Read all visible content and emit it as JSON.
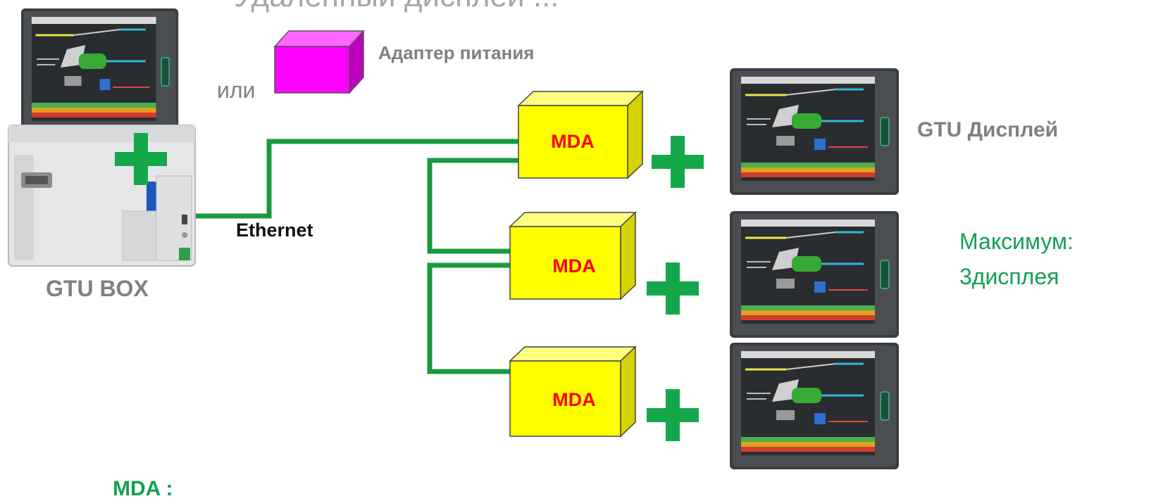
{
  "header": {
    "title_partial": "Удаленный дисплей ..."
  },
  "labels": {
    "or_text": "или",
    "power_adapter": "Адаптер питания",
    "gtu_display": "GTU  Дисплей",
    "max_line1": "Максимум:",
    "max_line2": "3дисплея",
    "ethernet": "Ethernet",
    "gtu_box": "GTU BOX",
    "mda_note": "MDA :"
  },
  "modules": [
    {
      "label": "MDA"
    },
    {
      "label": "MDA"
    },
    {
      "label": "MDA"
    }
  ],
  "colors": {
    "module_fill": "#ffff00",
    "module_text": "#ff0000",
    "adapter_fill": "#ff00ff",
    "cable": "#1a9a3c",
    "plus": "#15a84a",
    "gray_text": "#808080",
    "green_text": "#12a152"
  },
  "icons": {
    "display": "touch-panel-icon",
    "box": "gtu-box-icon",
    "plus": "plus-icon"
  }
}
